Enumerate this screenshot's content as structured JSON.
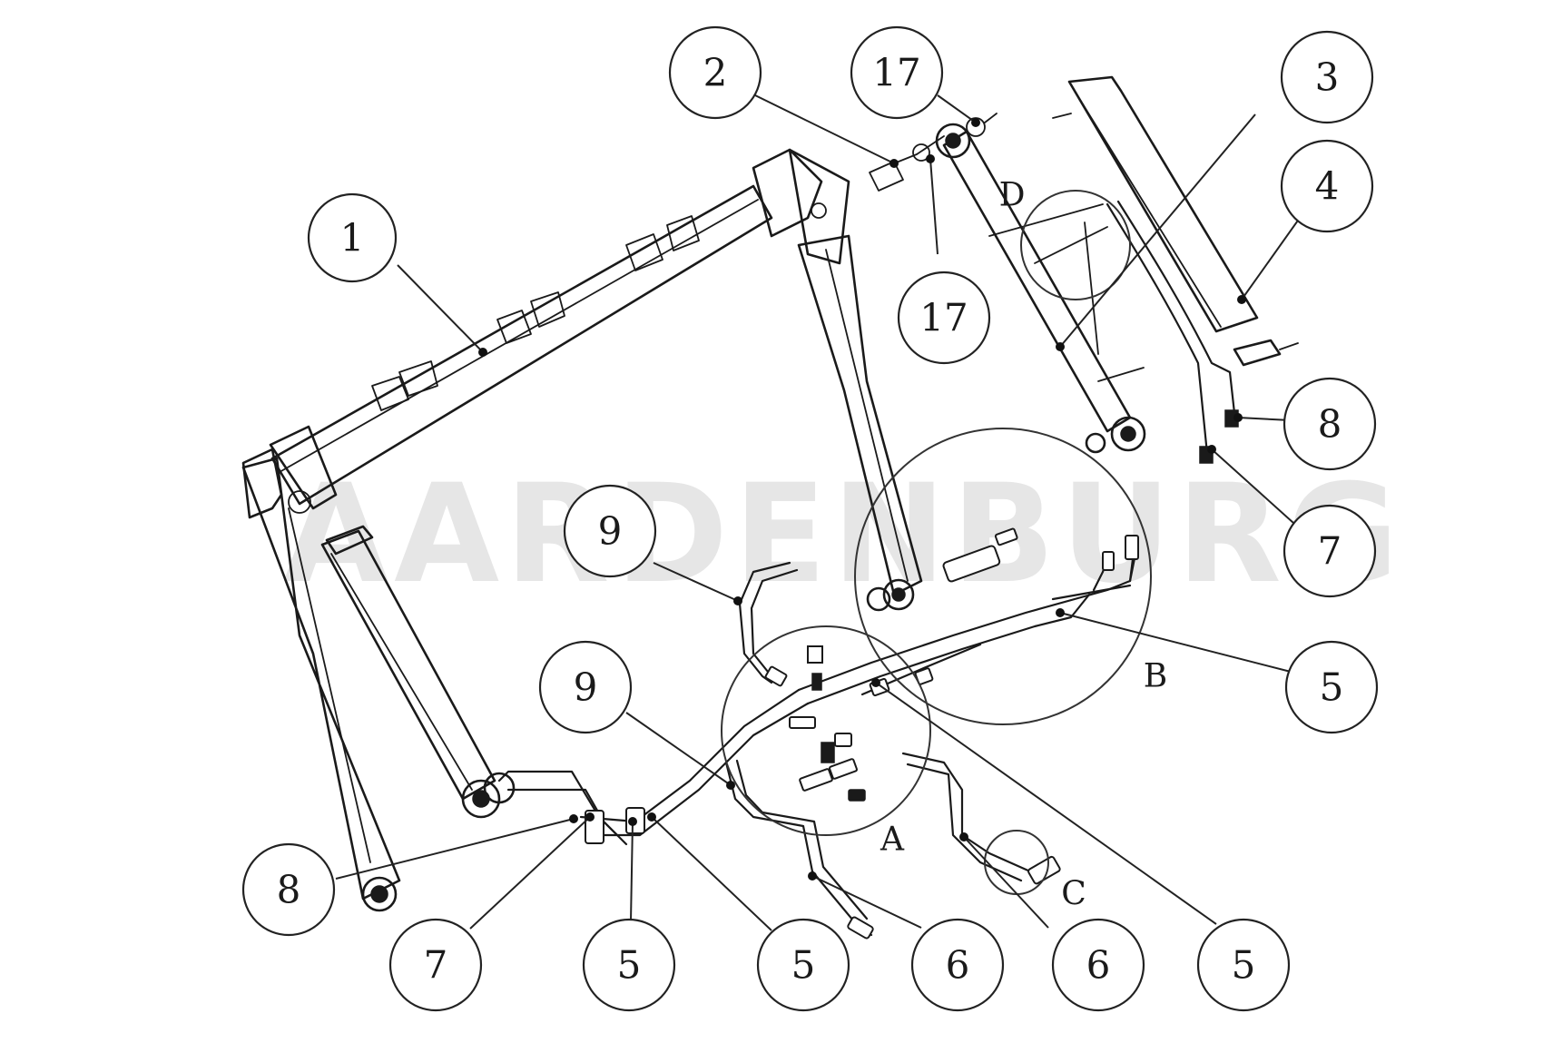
{
  "watermark": "AARDENBURG",
  "balloons": [
    {
      "id": "b1",
      "label": "1"
    },
    {
      "id": "b2",
      "label": "2"
    },
    {
      "id": "b17a",
      "label": "17"
    },
    {
      "id": "b17b",
      "label": "17"
    },
    {
      "id": "b3",
      "label": "3"
    },
    {
      "id": "b4",
      "label": "4"
    },
    {
      "id": "b8a",
      "label": "8"
    },
    {
      "id": "b7a",
      "label": "7"
    },
    {
      "id": "b9a",
      "label": "9"
    },
    {
      "id": "b9b",
      "label": "9"
    },
    {
      "id": "b5a",
      "label": "5"
    },
    {
      "id": "b8b",
      "label": "8"
    },
    {
      "id": "b7b",
      "label": "7"
    },
    {
      "id": "b5b",
      "label": "5"
    },
    {
      "id": "b5c",
      "label": "5"
    },
    {
      "id": "b6a",
      "label": "6"
    },
    {
      "id": "b6b",
      "label": "6"
    },
    {
      "id": "b5d",
      "label": "5"
    }
  ],
  "detail_labels": {
    "A": "A",
    "B": "B",
    "C": "C",
    "D": "D"
  }
}
